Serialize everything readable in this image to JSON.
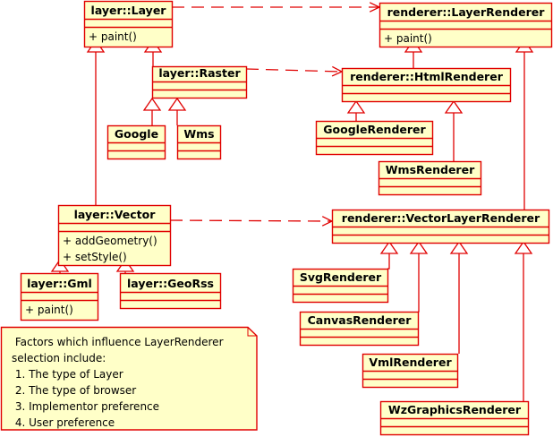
{
  "diagram": {
    "title": "Layer / LayerRenderer class diagram",
    "colors": {
      "box_fill": "#ffffc8",
      "border": "#e00000",
      "text": "#000000"
    },
    "classes": {
      "layer_layer": {
        "name": "layer::Layer",
        "operations": [
          "+ paint()"
        ]
      },
      "renderer_layerrenderer": {
        "name": "renderer::LayerRenderer",
        "operations": [
          "+ paint()"
        ]
      },
      "layer_raster": {
        "name": "layer::Raster",
        "operations": []
      },
      "renderer_htmlrenderer": {
        "name": "renderer::HtmlRenderer",
        "operations": []
      },
      "google": {
        "name": "Google",
        "operations": []
      },
      "wms": {
        "name": "Wms",
        "operations": []
      },
      "googlerenderer": {
        "name": "GoogleRenderer",
        "operations": []
      },
      "wmsrenderer": {
        "name": "WmsRenderer",
        "operations": []
      },
      "layer_vector": {
        "name": "layer::Vector",
        "operations": [
          "+ addGeometry()",
          "+ setStyle()"
        ]
      },
      "renderer_vectorlayerrenderer": {
        "name": "renderer::VectorLayerRenderer",
        "operations": []
      },
      "layer_gml": {
        "name": "layer::Gml",
        "operations": [
          "+ paint()"
        ]
      },
      "layer_georss": {
        "name": "layer::GeoRss",
        "operations": []
      },
      "svgrenderer": {
        "name": "SvgRenderer",
        "operations": []
      },
      "canvasrenderer": {
        "name": "CanvasRenderer",
        "operations": []
      },
      "vmlrenderer": {
        "name": "VmlRenderer",
        "operations": []
      },
      "wzgraphicsrenderer": {
        "name": "WzGraphicsRenderer",
        "operations": []
      }
    },
    "relations": [
      {
        "type": "generalization",
        "from": "layer_raster",
        "to": "layer_layer"
      },
      {
        "type": "generalization",
        "from": "layer_vector",
        "to": "layer_layer"
      },
      {
        "type": "generalization",
        "from": "google",
        "to": "layer_raster"
      },
      {
        "type": "generalization",
        "from": "wms",
        "to": "layer_raster"
      },
      {
        "type": "generalization",
        "from": "layer_gml",
        "to": "layer_vector"
      },
      {
        "type": "generalization",
        "from": "layer_georss",
        "to": "layer_vector"
      },
      {
        "type": "generalization",
        "from": "renderer_htmlrenderer",
        "to": "renderer_layerrenderer"
      },
      {
        "type": "generalization",
        "from": "renderer_vectorlayerrenderer",
        "to": "renderer_layerrenderer"
      },
      {
        "type": "generalization",
        "from": "googlerenderer",
        "to": "renderer_htmlrenderer"
      },
      {
        "type": "generalization",
        "from": "wmsrenderer",
        "to": "renderer_htmlrenderer"
      },
      {
        "type": "generalization",
        "from": "svgrenderer",
        "to": "renderer_vectorlayerrenderer"
      },
      {
        "type": "generalization",
        "from": "canvasrenderer",
        "to": "renderer_vectorlayerrenderer"
      },
      {
        "type": "generalization",
        "from": "vmlrenderer",
        "to": "renderer_vectorlayerrenderer"
      },
      {
        "type": "generalization",
        "from": "wzgraphicsrenderer",
        "to": "renderer_vectorlayerrenderer"
      },
      {
        "type": "dependency",
        "from": "layer_layer",
        "to": "renderer_layerrenderer"
      },
      {
        "type": "dependency",
        "from": "layer_raster",
        "to": "renderer_htmlrenderer"
      },
      {
        "type": "dependency",
        "from": "layer_vector",
        "to": "renderer_vectorlayerrenderer"
      }
    ],
    "note": {
      "lines": [
        " Factors which influence LayerRenderer",
        "selection include:",
        " 1. The type of Layer",
        " 2. The type of browser",
        " 3. Implementor preference",
        " 4. User preference"
      ]
    }
  }
}
